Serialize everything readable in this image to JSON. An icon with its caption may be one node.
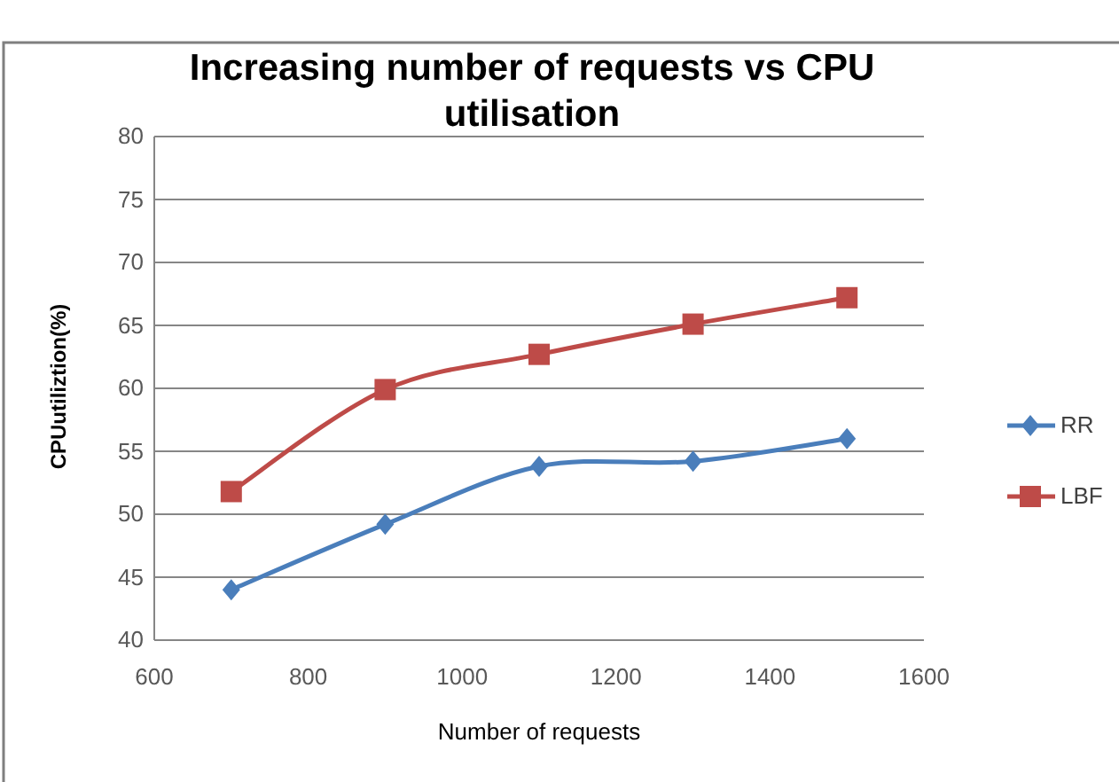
{
  "diagram": {
    "chart_data": {
      "type": "line",
      "title": "Increasing number of requests vs CPU utilisation",
      "xlabel": "Number of requests",
      "ylabel": "CPUutiliztion(%)",
      "x": [
        700,
        900,
        1100,
        1300,
        1500
      ],
      "series": [
        {
          "name": "RR",
          "color": "#4a7ebb",
          "marker": "diamond",
          "values": [
            44,
            49.2,
            53.8,
            54.2,
            56
          ]
        },
        {
          "name": "LBF",
          "color": "#be4b48",
          "marker": "square",
          "values": [
            51.8,
            59.9,
            62.7,
            65.1,
            67.2
          ]
        }
      ],
      "xlim": [
        600,
        1600
      ],
      "ylim": [
        40,
        80
      ],
      "xticks": [
        600,
        800,
        1000,
        1200,
        1400,
        1600
      ],
      "yticks": [
        40,
        45,
        50,
        55,
        60,
        65,
        70,
        75,
        80
      ],
      "grid": true,
      "legend": true
    }
  }
}
